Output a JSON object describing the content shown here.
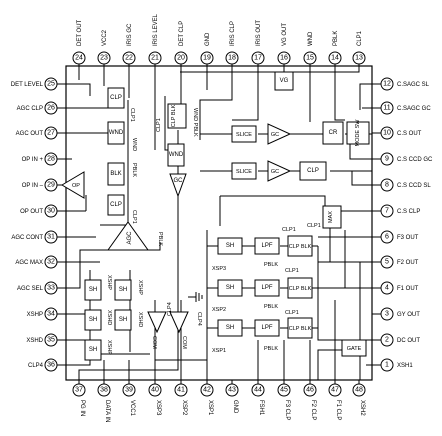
{
  "pins": {
    "p1": {
      "num": "1",
      "label": "XSH1"
    },
    "p2": {
      "num": "2",
      "label": "DC OUT"
    },
    "p3": {
      "num": "3",
      "label": "GY OUT"
    },
    "p4": {
      "num": "4",
      "label": "F1 OUT"
    },
    "p5": {
      "num": "5",
      "label": "F2 OUT"
    },
    "p6": {
      "num": "6",
      "label": "F3 OUT"
    },
    "p7": {
      "num": "7",
      "label": "C.S CLP"
    },
    "p8": {
      "num": "8",
      "label": "C.S CCD SL"
    },
    "p9": {
      "num": "9",
      "label": "C.S CCD GC"
    },
    "p10": {
      "num": "10",
      "label": "C.S OUT"
    },
    "p11": {
      "num": "11",
      "label": "C.SAGC GC"
    },
    "p12": {
      "num": "12",
      "label": "C.SAGC SL"
    },
    "p13": {
      "num": "13",
      "label": "CLP1"
    },
    "p14": {
      "num": "14",
      "label": "PBLK"
    },
    "p15": {
      "num": "15",
      "label": "WND"
    },
    "p16": {
      "num": "16",
      "label": "VG OUT"
    },
    "p17": {
      "num": "17",
      "label": "IRIS OUT"
    },
    "p18": {
      "num": "18",
      "label": "IRIS CLP"
    },
    "p19": {
      "num": "19",
      "label": "GND"
    },
    "p20": {
      "num": "20",
      "label": "DET CLP"
    },
    "p21": {
      "num": "21",
      "label": "IRIS LEVEL"
    },
    "p22": {
      "num": "22",
      "label": "IRIS GC"
    },
    "p23": {
      "num": "23",
      "label": "VCC2"
    },
    "p24": {
      "num": "24",
      "label": "DET OUT"
    },
    "p25": {
      "num": "25",
      "label": "DET LEVEL"
    },
    "p26": {
      "num": "26",
      "label": "AGC CLP"
    },
    "p27": {
      "num": "27",
      "label": "AGC OUT"
    },
    "p28": {
      "num": "28",
      "label": "OP IN +"
    },
    "p29": {
      "num": "29",
      "label": "OP IN –"
    },
    "p30": {
      "num": "30",
      "label": "OP OUT"
    },
    "p31": {
      "num": "31",
      "label": "AGC CONT"
    },
    "p32": {
      "num": "32",
      "label": "AGC MAX"
    },
    "p33": {
      "num": "33",
      "label": "AGC SEL"
    },
    "p34": {
      "num": "34",
      "label": "XSHP"
    },
    "p35": {
      "num": "35",
      "label": "XSHD"
    },
    "p36": {
      "num": "36",
      "label": "CLP4"
    },
    "p37": {
      "num": "37",
      "label": "PG IN"
    },
    "p38": {
      "num": "38",
      "label": "DATA IN"
    },
    "p39": {
      "num": "39",
      "label": "VCC1"
    },
    "p40": {
      "num": "40",
      "label": "XSP3"
    },
    "p41": {
      "num": "41",
      "label": "XSP2"
    },
    "p42": {
      "num": "42",
      "label": "XSP1"
    },
    "p43": {
      "num": "43",
      "label": "GND"
    },
    "p44": {
      "num": "44",
      "label": "FSH1"
    },
    "p45": {
      "num": "45",
      "label": "F3 CLP"
    },
    "p46": {
      "num": "46",
      "label": "F2 CLP"
    },
    "p47": {
      "num": "47",
      "label": "F1 CLP"
    },
    "p48": {
      "num": "48",
      "label": "XSH2"
    }
  },
  "blocks": {
    "clp_a": "CLP",
    "wnd_a": "WND",
    "blk_a": "BLK",
    "clp_b": "CLP",
    "clp_blk": "CLP BLK",
    "wnd_g": "WND",
    "gc_det": "GC",
    "vg": "VG",
    "agc": "AGC",
    "sh": "SH",
    "slice": "SLICE",
    "gc": "GC",
    "cr": "CR",
    "mode_sw": "MODE SW",
    "clp": "CLP",
    "max": "MAX",
    "lpf": "LPF",
    "clp_blk2": "CLP BLK",
    "gate": "GATE",
    "op": "OP"
  },
  "signals": {
    "clp1": "CLP1",
    "pblk": "PBLK",
    "wnd": "WND",
    "wnd_pblk": "WND PBLK",
    "xshp": "XSHP",
    "xshd": "XSHD",
    "com": "COM",
    "clp4": "CLP4",
    "xsp1": "XSP1",
    "xsp2": "XSP2",
    "xsp3": "XSP3"
  }
}
